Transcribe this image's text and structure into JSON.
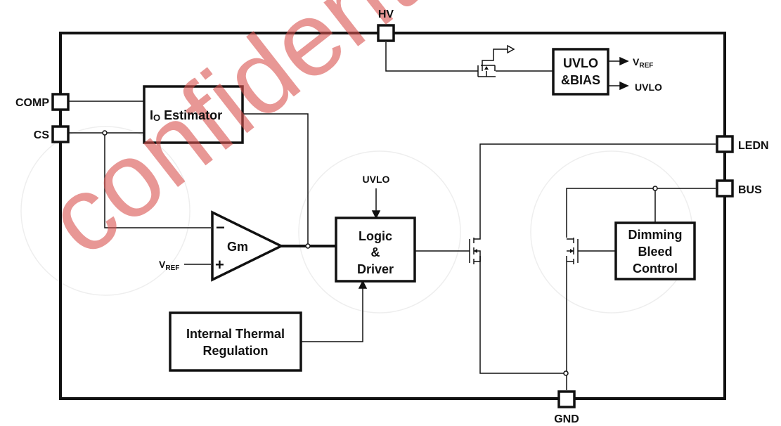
{
  "pins": {
    "hv": "HV",
    "comp": "COMP",
    "cs": "CS",
    "ledn": "LEDN",
    "bus": "BUS",
    "gnd": "GND"
  },
  "blocks": {
    "io_estimator": {
      "main": "I",
      "sub": "O",
      "rest": " Estimator"
    },
    "uvlo_bias": {
      "line1": "UVLO",
      "line2": "&BIAS"
    },
    "gm": "Gm",
    "logic_driver": {
      "line1": "Logic",
      "line2": "&",
      "line3": "Driver"
    },
    "thermal": {
      "line1": "Internal Thermal",
      "line2": "Regulation"
    },
    "dimming": {
      "line1": "Dimming",
      "line2": "Bleed",
      "line3": "Control"
    }
  },
  "signals": {
    "vref_out": {
      "main": "V",
      "sub": "REF"
    },
    "uvlo_out": "UVLO",
    "uvlo_in": "UVLO",
    "vref_in": {
      "main": "V",
      "sub": "REF"
    },
    "minus": "−",
    "plus": "+"
  },
  "watermark": "confidential",
  "colors": {
    "line": "#111111",
    "watermark": "#d9534f"
  }
}
